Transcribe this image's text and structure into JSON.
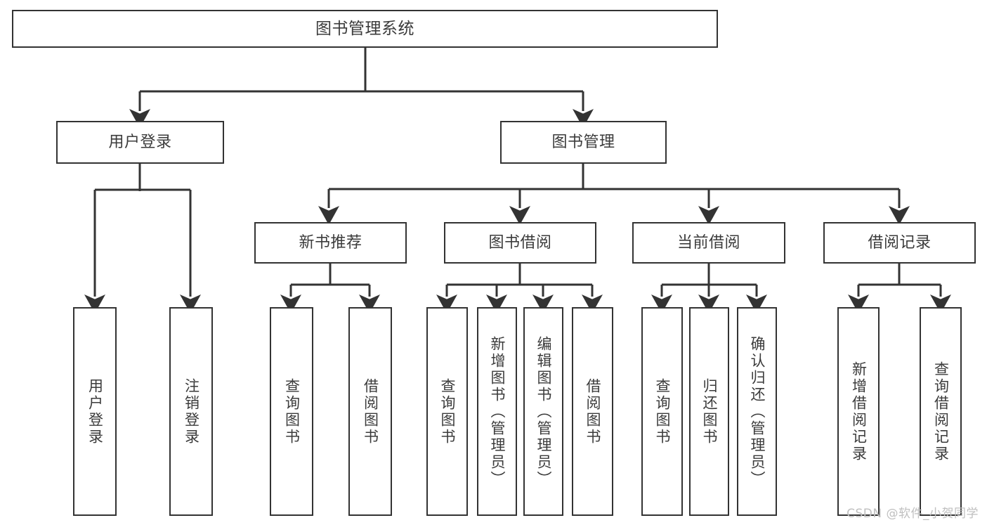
{
  "diagram": {
    "title": "图书管理系统",
    "type": "tree-hierarchy",
    "watermark": "CSDN @软件_小贺同学",
    "colors": {
      "box_border": "#333333",
      "box_fill": "#ffffff",
      "text": "#3b3b3b",
      "connector": "#333333",
      "watermark": "#bfbfbf",
      "background": "#ffffff"
    },
    "nodes": {
      "root": {
        "label": "图书管理系统"
      },
      "level2": [
        {
          "id": "user-login",
          "label": "用户登录"
        },
        {
          "id": "book-management",
          "label": "图书管理"
        }
      ],
      "level3": [
        {
          "id": "new-book-recommend",
          "label": "新书推荐"
        },
        {
          "id": "book-borrow",
          "label": "图书借阅"
        },
        {
          "id": "current-borrow",
          "label": "当前借阅"
        },
        {
          "id": "borrow-record",
          "label": "借阅记录"
        }
      ],
      "leaves": {
        "user_login": [
          {
            "id": "leaf-user-login",
            "label": "用户登录"
          },
          {
            "id": "leaf-logout",
            "label": "注销登录"
          }
        ],
        "new_book_recommend": [
          {
            "id": "leaf-query-book-1",
            "label": "查询图书"
          },
          {
            "id": "leaf-borrow-book-1",
            "label": "借阅图书"
          }
        ],
        "book_borrow": [
          {
            "id": "leaf-query-book-2",
            "label": "查询图书"
          },
          {
            "id": "leaf-add-book",
            "label": "新增图书（管理员）"
          },
          {
            "id": "leaf-edit-book",
            "label": "编辑图书（管理员）"
          },
          {
            "id": "leaf-borrow-book-2",
            "label": "借阅图书"
          }
        ],
        "current_borrow": [
          {
            "id": "leaf-query-book-3",
            "label": "查询图书"
          },
          {
            "id": "leaf-return-book",
            "label": "归还图书"
          },
          {
            "id": "leaf-confirm-return",
            "label": "确认归还（管理员）"
          }
        ],
        "borrow_record": [
          {
            "id": "leaf-add-record",
            "label": "新增借阅记录"
          },
          {
            "id": "leaf-query-record",
            "label": "查询借阅记录"
          }
        ]
      }
    }
  }
}
